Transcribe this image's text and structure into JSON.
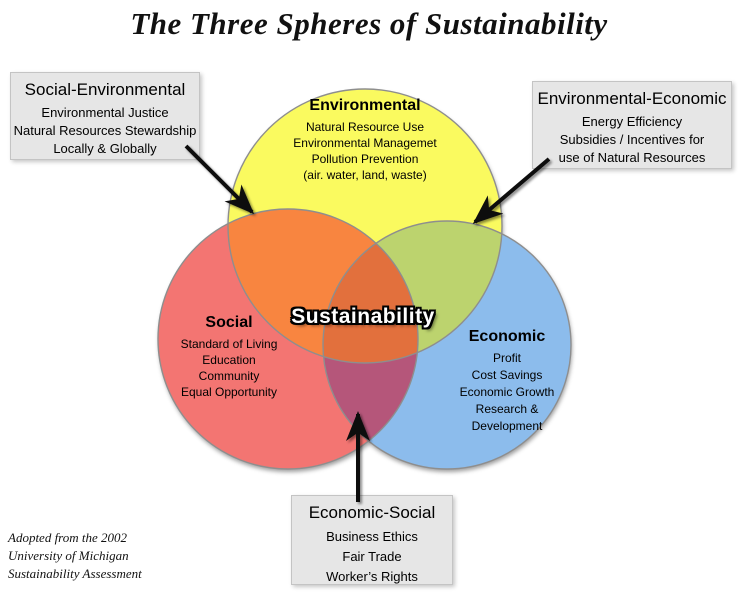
{
  "title": "The Three Spheres of Sustainability",
  "center_label": "Sustainability",
  "circles": {
    "environmental": {
      "heading": "Environmental",
      "items": [
        "Natural Resource Use",
        "Environmental Managemet",
        "Pollution Prevention",
        "(air. water, land, waste)"
      ]
    },
    "social": {
      "heading": "Social",
      "items": [
        "Standard of Living",
        "Education",
        "Community",
        "Equal Opportunity"
      ]
    },
    "economic": {
      "heading": "Economic",
      "items": [
        "Profit",
        "Cost Savings",
        "Economic Growth",
        "Research &",
        "Development"
      ]
    }
  },
  "callouts": {
    "social_environmental": {
      "heading": "Social-Environmental",
      "items": [
        "Environmental Justice",
        "Natural Resources Stewardship",
        "Locally & Globally"
      ]
    },
    "environmental_economic": {
      "heading": "Environmental-Economic",
      "items": [
        "Energy Efficiency",
        "Subsidies / Incentives for",
        "use of Natural Resources"
      ]
    },
    "economic_social": {
      "heading": "Economic-Social",
      "items": [
        "Business Ethics",
        "Fair Trade",
        "Worker’s Rights"
      ]
    }
  },
  "attribution": {
    "lines": [
      "Adopted from the 2002",
      "University of Michigan",
      "Sustainability Assessment"
    ]
  },
  "colors": {
    "environmental": "#fafa5e",
    "social": "#f37472",
    "economic": "#8cbcec",
    "social_environmental_overlap": "#f88540",
    "environmental_economic_overlap": "#bcd36e",
    "economic_social_overlap": "#b5577a",
    "center_overlap": "#e2703e",
    "circle_outline": "#8e8e8e",
    "callout_background": "#e6e6e6",
    "arrow": "#111111"
  }
}
